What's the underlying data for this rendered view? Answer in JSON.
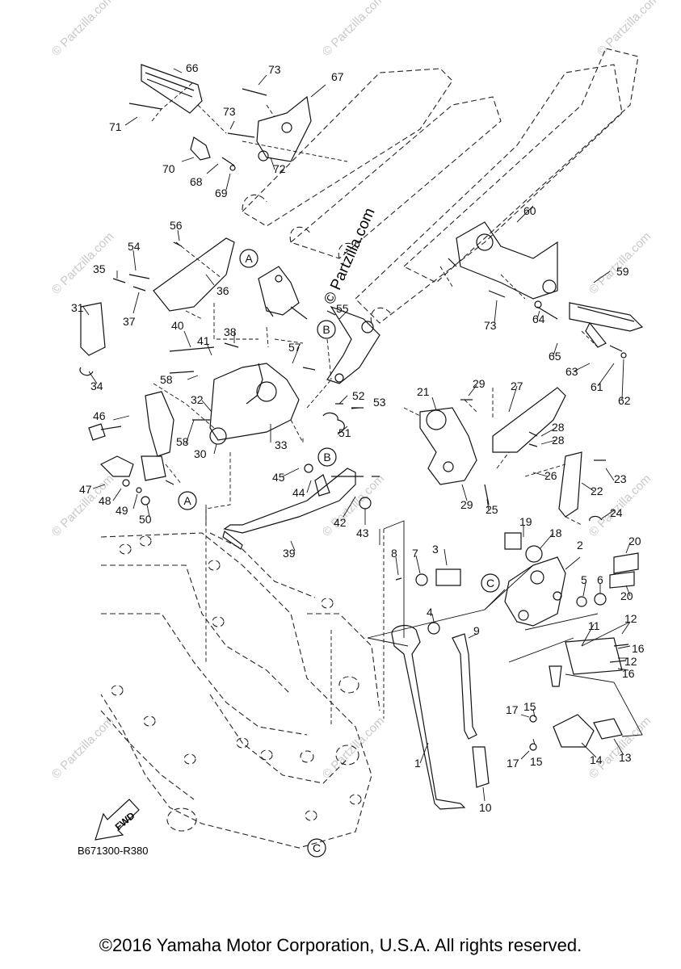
{
  "watermark": {
    "text": "© Partzilla.com",
    "prominent_text": "© Partzilla.com"
  },
  "diagram": {
    "code": "B671300-R380",
    "fwd_label": "FWD",
    "callouts": [
      "A",
      "B",
      "C"
    ],
    "part_numbers": [
      "1",
      "2",
      "3",
      "4",
      "5",
      "6",
      "7",
      "8",
      "9",
      "10",
      "11",
      "12",
      "13",
      "14",
      "15",
      "16",
      "17",
      "18",
      "19",
      "20",
      "21",
      "22",
      "23",
      "24",
      "25",
      "26",
      "27",
      "28",
      "29",
      "30",
      "31",
      "32",
      "33",
      "34",
      "35",
      "36",
      "37",
      "38",
      "39",
      "40",
      "41",
      "42",
      "43",
      "44",
      "45",
      "46",
      "47",
      "48",
      "49",
      "50",
      "51",
      "52",
      "53",
      "54",
      "55",
      "56",
      "57",
      "58",
      "59",
      "60",
      "61",
      "62",
      "63",
      "64",
      "65",
      "66",
      "67",
      "68",
      "69",
      "70",
      "71",
      "72",
      "73"
    ]
  },
  "footer": {
    "copyright": "©2016 Yamaha Motor Corporation, U.S.A. All rights reserved."
  }
}
